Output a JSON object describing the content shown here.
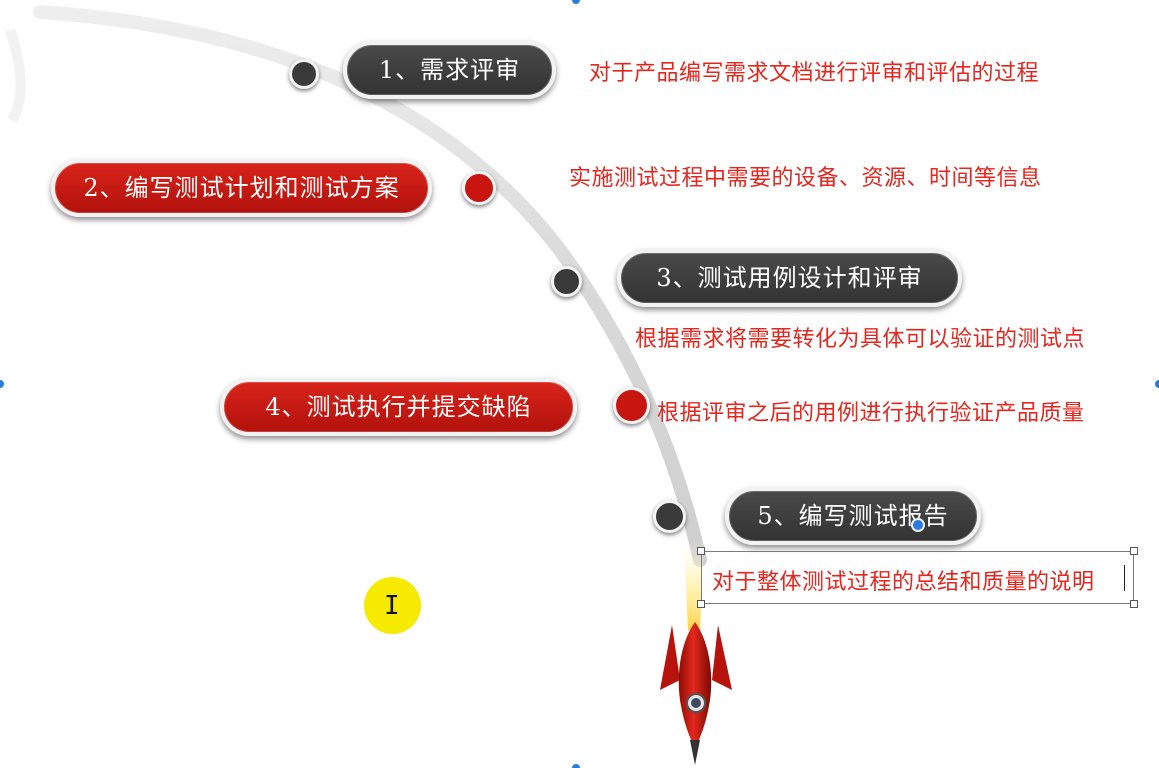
{
  "slide": {
    "steps": [
      {
        "label": "1、需求评审",
        "description": "对于产品编写需求文档进行评审和评估的过程",
        "style": "dark"
      },
      {
        "label": "2、编写测试计划和测试方案",
        "description": "实施测试过程中需要的设备、资源、时间等信息",
        "style": "red"
      },
      {
        "label": "3、测试用例设计和评审",
        "description": "根据需求将需要转化为具体可以验证的测试点",
        "style": "dark"
      },
      {
        "label": "4、测试执行并提交缺陷",
        "description": "根据评审之后的用例进行执行验证产品质量",
        "style": "red"
      },
      {
        "label": "5、编写测试报告",
        "description": "对于整体测试过程的总结和质量的说明",
        "style": "dark"
      }
    ]
  },
  "colors": {
    "dark_pill": "#3a3a3a",
    "red_pill": "#c8150f",
    "description_text": "#e4261e",
    "selection": "#2a7ae2",
    "cursor_highlight": "#f5ea00"
  },
  "icons": {
    "rocket": "rocket-icon",
    "cursor": "text-cursor-icon"
  }
}
